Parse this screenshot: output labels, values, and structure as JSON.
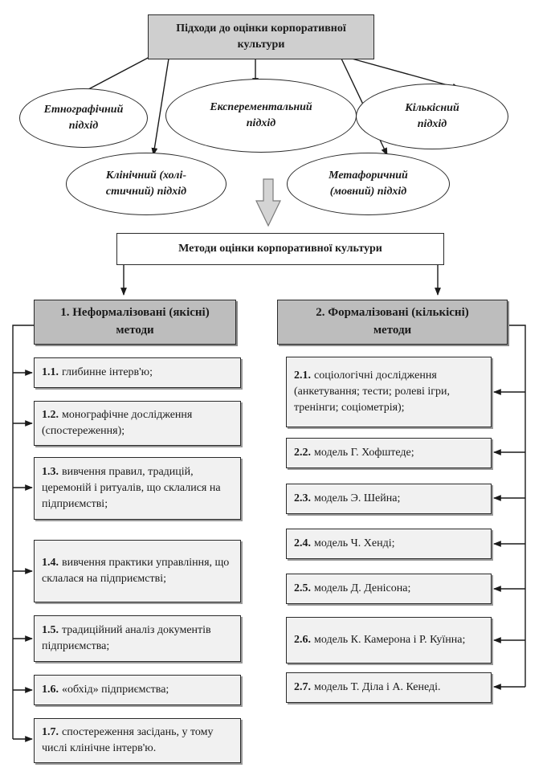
{
  "top_box": {
    "line1": "Підходи до оцінки корпоративної",
    "line2": "культури"
  },
  "approaches": [
    {
      "line1": "Етнографічний",
      "line2": "підхід"
    },
    {
      "line1": "Експерементальний",
      "line2": "підхід"
    },
    {
      "line1": "Кількісний",
      "line2": "підхід"
    },
    {
      "line1": "Клінічний (холі-",
      "line2": "стичний) підхід"
    },
    {
      "line1": "Метафоричний",
      "line2": "(мовний) підхід"
    }
  ],
  "methods_box": "Методи оцінки корпоративної культури",
  "left_column": {
    "header_line1": "1. Неформалізовані (якісні)",
    "header_line2": "методи",
    "items": [
      {
        "num": "1.1.",
        "text": "глибинне інтерв'ю;"
      },
      {
        "num": "1.2.",
        "text": "монографічне дослідження (спостереження);"
      },
      {
        "num": "1.3.",
        "text": "вивчення правил, традицій, церемоній і ритуалів, що склалися на підприємстві;"
      },
      {
        "num": "1.4.",
        "text": "вивчення практики управління, що склалася на підприємстві;"
      },
      {
        "num": "1.5.",
        "text": "традиційний аналіз документів підприємства;"
      },
      {
        "num": "1.6.",
        "text": "«обхід» підприємства;"
      },
      {
        "num": "1.7.",
        "text": "спостереження засідань, у тому числі клінічне інтерв'ю."
      }
    ]
  },
  "right_column": {
    "header_line1": "2. Формалізовані (кількісні)",
    "header_line2": "методи",
    "items": [
      {
        "num": "2.1.",
        "text": "соціологічні дослідження (анкетування; тести; ролеві ігри, тренінги; соціометрія);"
      },
      {
        "num": "2.2.",
        "text": "модель Г. Хофштеде;"
      },
      {
        "num": "2.3.",
        "text": "модель Э. Шейна;"
      },
      {
        "num": "2.4.",
        "text": "модель Ч. Хенді;"
      },
      {
        "num": "2.5.",
        "text": "модель Д. Денісона;"
      },
      {
        "num": "2.6.",
        "text": "модель К. Камерона і Р. Куїнна;"
      },
      {
        "num": "2.7.",
        "text": "модель Т. Діла і А. Кенеді."
      }
    ]
  }
}
